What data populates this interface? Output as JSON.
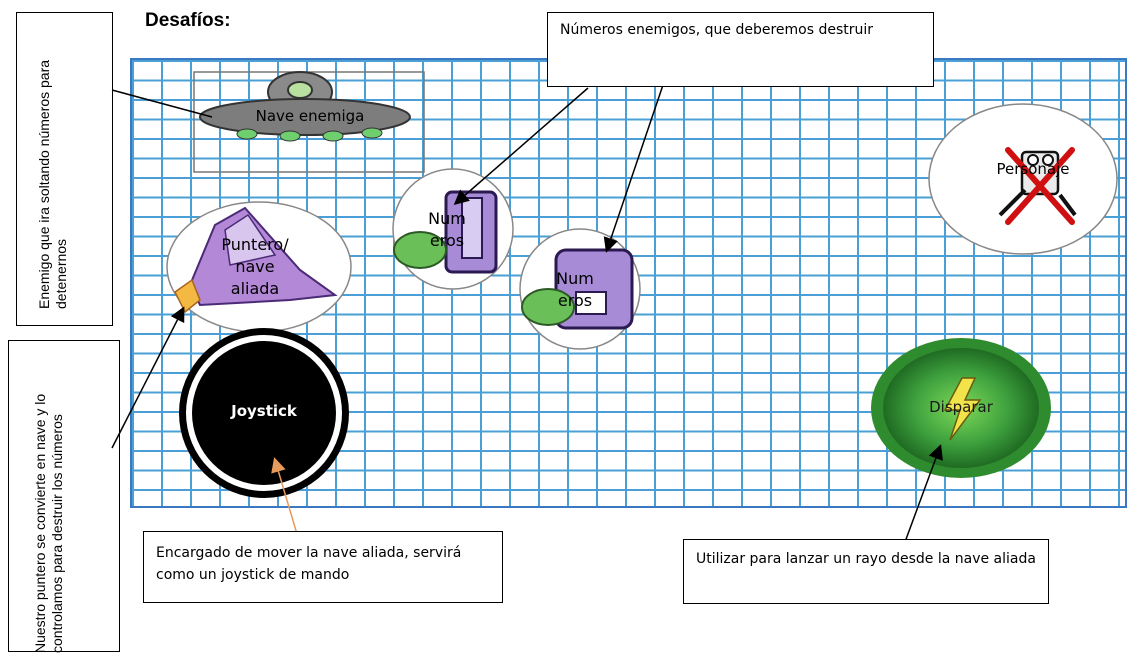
{
  "title": "Desafíos:",
  "side_note_enemy": "Enemigo que ira soltando números para detenernos",
  "side_note_pointer": "Nuestro puntero se convierte en nave y lo controlamos para destruir los números",
  "callout_numbers": "Números enemigos, que deberemos destruir",
  "callout_joystick": "Encargado de mover la nave aliada, servirá como un joystick de mando",
  "callout_fire": "Utilizar para lanzar un rayo desde la nave aliada",
  "enemy_ship_label": "Nave enemiga",
  "ally_ship_label": "Puntero/ nave aliada",
  "number1_label": "Num eros",
  "number2_label": "Num eros",
  "character_label": "Personaje",
  "joystick_label": "Joystick",
  "fire_label": "Disparar",
  "colors": {
    "grid_line": "#4aa0d6",
    "fire_button": "#2e8b2e",
    "joystick": "#000000",
    "orange_arrow": "#e69a5c"
  }
}
